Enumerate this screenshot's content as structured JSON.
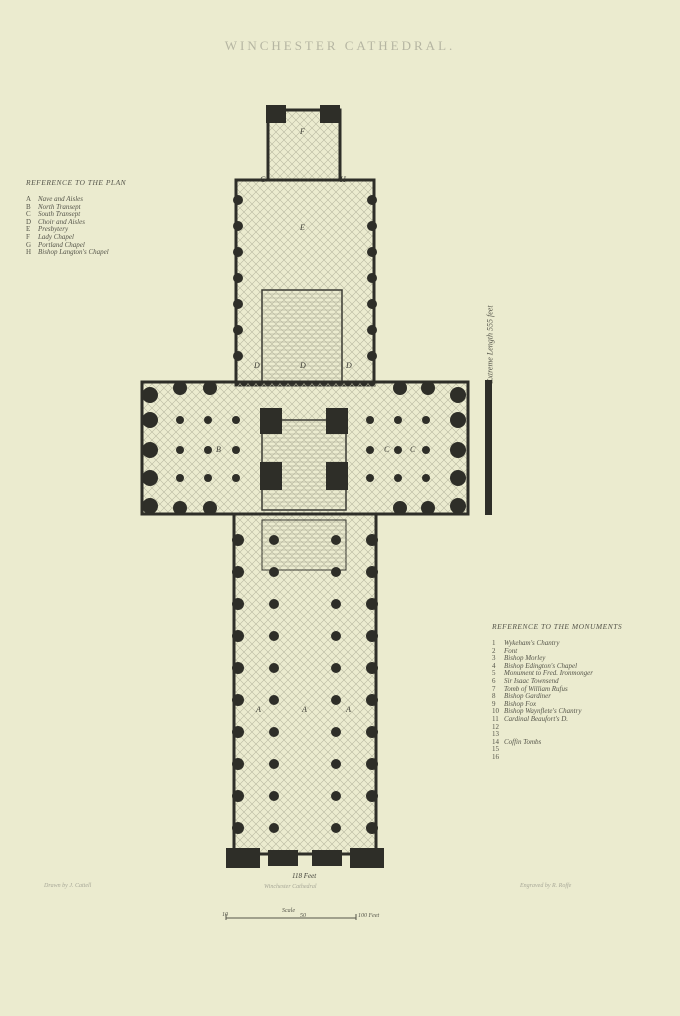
{
  "title": "WINCHESTER CATHEDRAL.",
  "plan_reference": {
    "heading": "REFERENCE TO THE PLAN",
    "items": [
      {
        "key": "A",
        "label": "Nave and Aisles"
      },
      {
        "key": "B",
        "label": "North Transept"
      },
      {
        "key": "C",
        "label": "South Transept"
      },
      {
        "key": "D",
        "label": "Choir and Aisles"
      },
      {
        "key": "E",
        "label": "Presbytery"
      },
      {
        "key": "F",
        "label": "Lady Chapel"
      },
      {
        "key": "G",
        "label": "Portland Chapel"
      },
      {
        "key": "H",
        "label": "Bishop Langton's Chapel"
      }
    ]
  },
  "monument_reference": {
    "heading": "REFERENCE TO THE MONUMENTS",
    "items": [
      {
        "key": "1",
        "label": "Wykeham's Chantry"
      },
      {
        "key": "2",
        "label": "Font"
      },
      {
        "key": "3",
        "label": "Bishop Morley"
      },
      {
        "key": "4",
        "label": "Bishop Edington's Chapel"
      },
      {
        "key": "5",
        "label": "Monument to Fred. Ironmonger"
      },
      {
        "key": "6",
        "label": "Sir Isaac Townsend"
      },
      {
        "key": "7",
        "label": "Tomb of William Rufus"
      },
      {
        "key": "8",
        "label": "Bishop Gardiner"
      },
      {
        "key": "9",
        "label": "Bishop Fox"
      },
      {
        "key": "10",
        "label": "Bishop Waynflete's Chantry"
      },
      {
        "key": "11",
        "label": "Cardinal Beaufort's D."
      },
      {
        "key": "12",
        "label": ""
      },
      {
        "key": "13",
        "label": ""
      },
      {
        "key": "14",
        "label": "Coffin Tombs"
      },
      {
        "key": "15",
        "label": ""
      },
      {
        "key": "16",
        "label": ""
      }
    ]
  },
  "extreme_length": "Extreme Length 555 feet",
  "width_label": "118 Feet",
  "plan_letters": {
    "A": "A",
    "B": "B",
    "C": "C",
    "D": "D",
    "E": "E",
    "F": "F",
    "G": "G",
    "H": "H"
  },
  "credits": {
    "drawn": "Drawn by J. Cattell",
    "centre": "Winchester Cathedral",
    "engraved": "Engraved by R. Roffe"
  },
  "scale": {
    "label": "Scale",
    "start": "10",
    "mid": "50",
    "end": "100 Feet"
  },
  "colors": {
    "paper": "#ebebcf",
    "ink": "#2e2e28"
  }
}
